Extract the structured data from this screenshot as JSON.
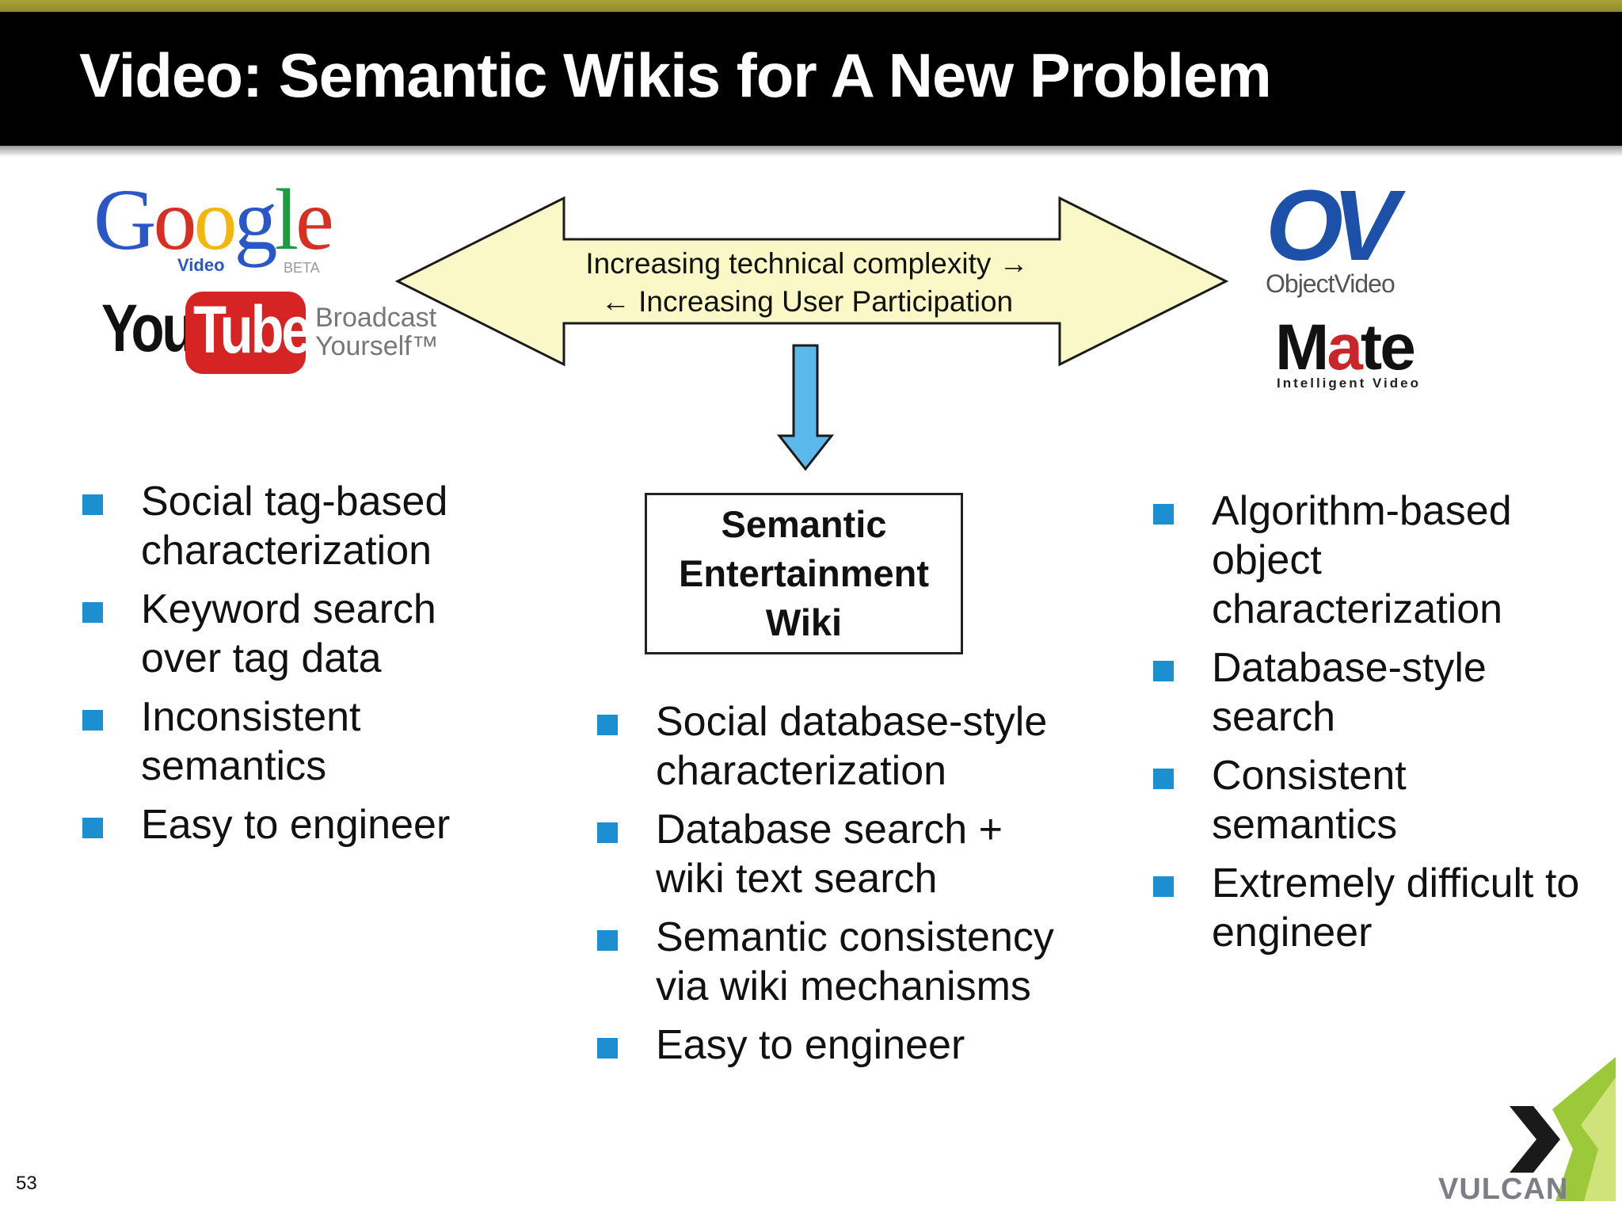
{
  "header": {
    "title": "Video:  Semantic Wikis for A New Problem"
  },
  "logos": {
    "google": {
      "letters": [
        "G",
        "o",
        "o",
        "g",
        "l",
        "e"
      ],
      "video": "Video",
      "beta": "BETA"
    },
    "youtube": {
      "you": "You",
      "tube": "Tube",
      "broadcast": "Broadcast",
      "yourself": "Yourself™"
    },
    "objectvideo": {
      "mark": "OV",
      "text": "ObjectVideo"
    },
    "mate": {
      "m": "M",
      "a": "a",
      "rest": "te",
      "sub": "Intelligent Video"
    }
  },
  "arrow": {
    "line1": "Increasing technical complexity  →",
    "line2": "← Increasing User Participation",
    "fill": "#fbf8c8",
    "down_fill": "#5ab8ea"
  },
  "center_box": {
    "lines": [
      "Semantic",
      "Entertainment",
      "Wiki"
    ]
  },
  "left_list": [
    "Social tag-based characterization",
    "Keyword search over tag data",
    "Inconsistent semantics",
    "Easy to engineer"
  ],
  "center_list": [
    "Social database-style characterization",
    "Database search + wiki text search",
    "Semantic consistency via wiki mechanisms",
    "Easy to engineer"
  ],
  "right_list": [
    "Algorithm-based object characterization",
    "Database-style search",
    "Consistent semantics",
    "Extremely difficult to engineer"
  ],
  "footer": {
    "page_number": "53",
    "brand": "VULCAN"
  },
  "colors": {
    "bullet": "#1b8fd0",
    "header_bg": "#000000",
    "header_strip": "#a9a23a"
  }
}
